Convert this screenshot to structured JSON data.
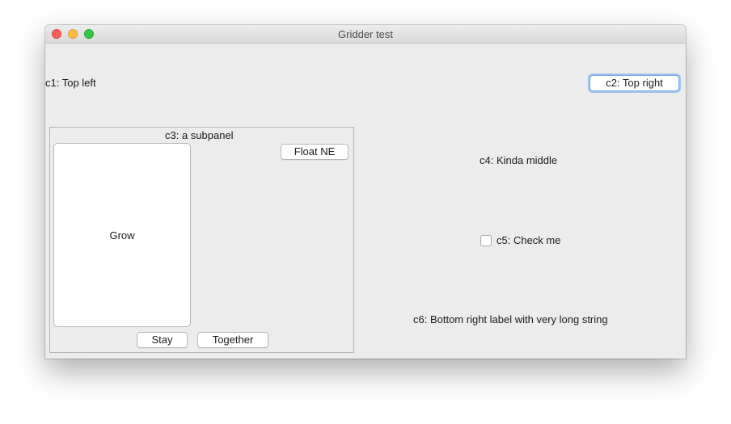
{
  "window": {
    "title": "Gridder test"
  },
  "c1": {
    "label": "c1: Top left"
  },
  "c2": {
    "button_label": "c2: Top right"
  },
  "c3": {
    "title": "c3: a subpanel",
    "grow_label": "Grow",
    "float_ne_label": "Float NE",
    "stay_label": "Stay",
    "together_label": "Together"
  },
  "c4": {
    "label": "c4: Kinda middle"
  },
  "c5": {
    "label": "c5: Check me",
    "checked": false
  },
  "c6": {
    "label": "c6: Bottom right label with very long string"
  },
  "colors": {
    "close": "#fc605c",
    "minimize": "#fdbc40",
    "maximize": "#34c84a",
    "focus_ring": "#9fc5f1"
  }
}
